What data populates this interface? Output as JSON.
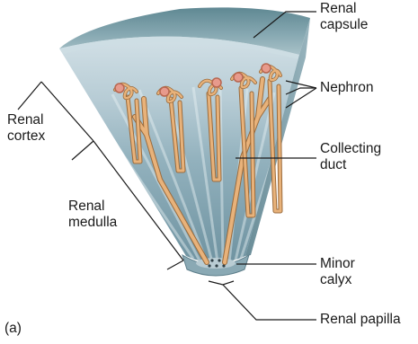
{
  "labels": {
    "renal_capsule": [
      "Renal",
      "capsule"
    ],
    "nephron": "Nephron",
    "renal_cortex": [
      "Renal",
      "cortex"
    ],
    "collecting_duct": [
      "Collecting",
      "duct"
    ],
    "renal_medulla": [
      "Renal",
      "medulla"
    ],
    "minor_calyx": [
      "Minor",
      "calyx"
    ],
    "renal_papilla": "Renal papilla",
    "panel_letter": "(a)"
  },
  "colors": {
    "capsule_top": "#7fa2ab",
    "cortex": "#b9cdd6",
    "medulla": "#8fb0bd",
    "tubule": "#e8b27a",
    "tubule_outline": "#9b6b3c",
    "glomerulus": "#e79a8c",
    "leader_line": "#1a1a1a"
  }
}
